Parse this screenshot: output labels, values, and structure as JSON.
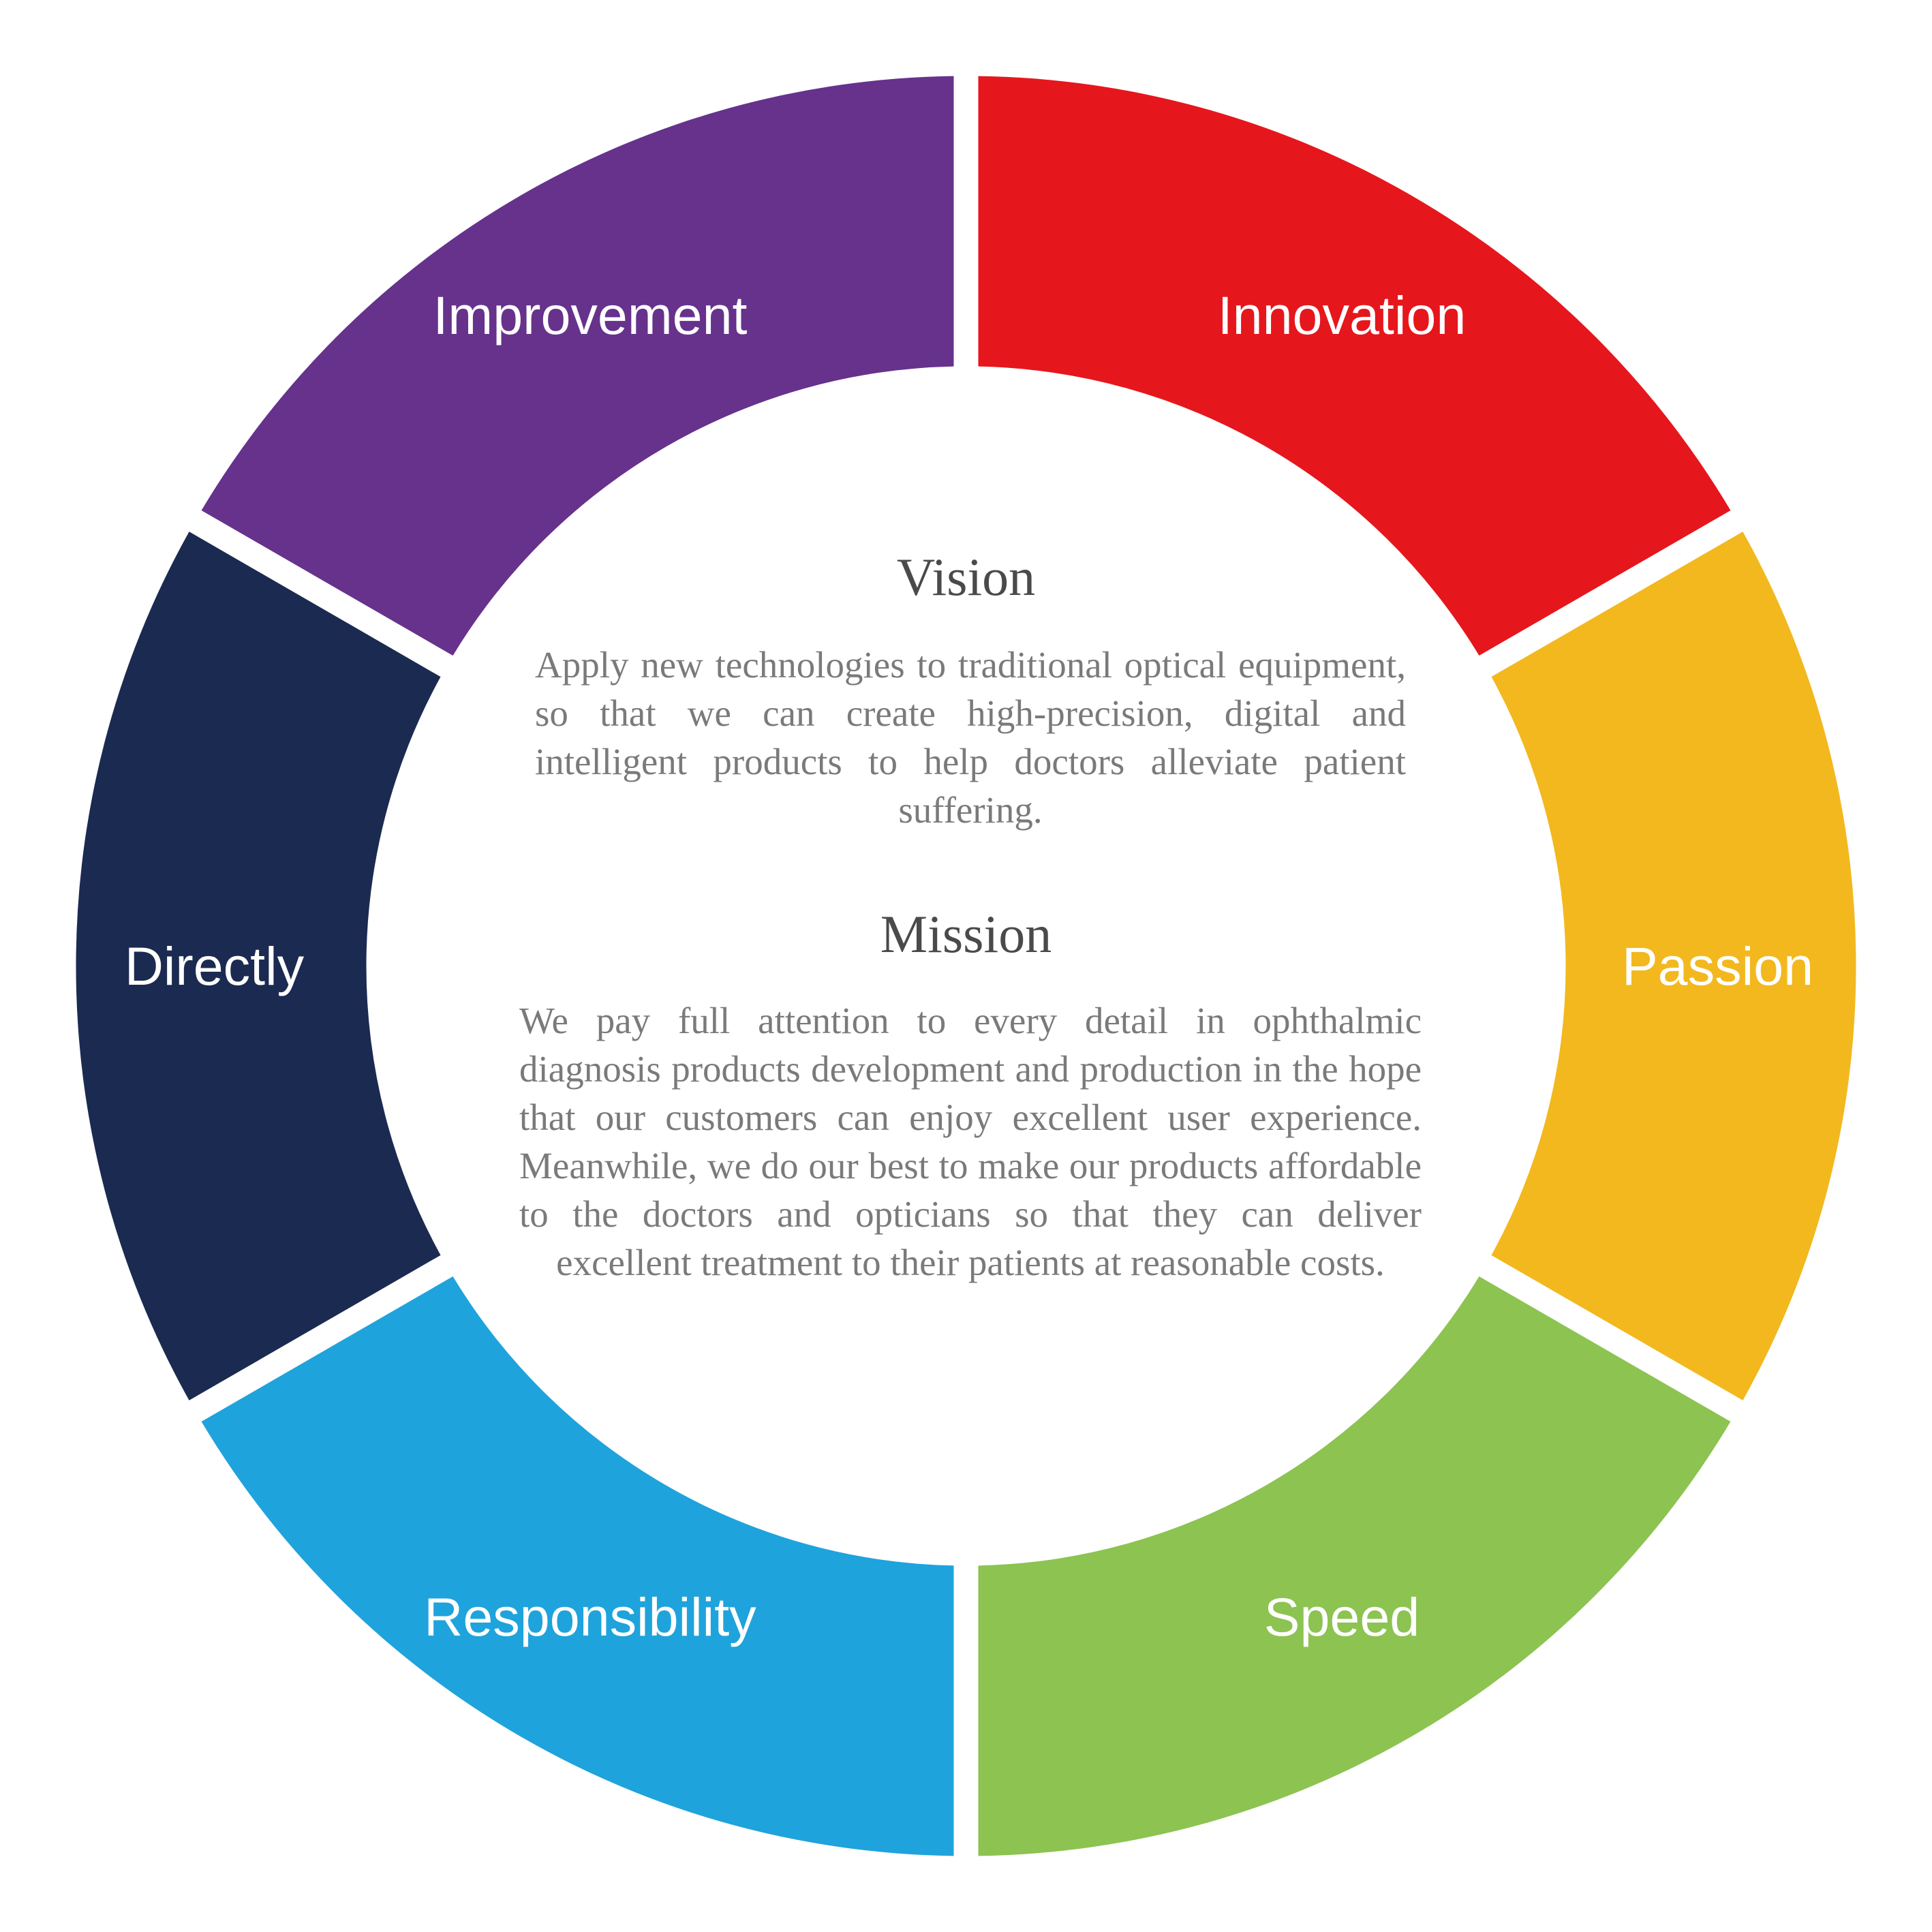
{
  "segments": [
    {
      "label": "Innovation",
      "color": "#e6161d",
      "icon": "ring-segment-innovation"
    },
    {
      "label": "Passion",
      "color": "#f2b81e",
      "icon": "ring-segment-passion"
    },
    {
      "label": "Speed",
      "color": "#8cc351",
      "icon": "ring-segment-speed"
    },
    {
      "label": "Responsibility",
      "color": "#1fa3dc",
      "icon": "ring-segment-responsibility"
    },
    {
      "label": "Directly",
      "color": "#1b2a50",
      "icon": "ring-segment-directly"
    },
    {
      "label": "Improvement",
      "color": "#66328c",
      "icon": "ring-segment-improvement"
    }
  ],
  "vision": {
    "title": "Vision",
    "text": "Apply new technologies to traditional optical equipment, so that we can create high-precision, digital and intelligent products to help doctors alleviate patient suffering."
  },
  "mission": {
    "title": "Mission",
    "text": "We pay full attention to every detail in ophthalmic diagnosis products development and production in the hope that our customers can enjoy excellent user experience. Meanwhile, we do our best to make our products affordable to the doctors and opticians so that they can deliver excellent treatment to their patients at reasonable costs."
  }
}
